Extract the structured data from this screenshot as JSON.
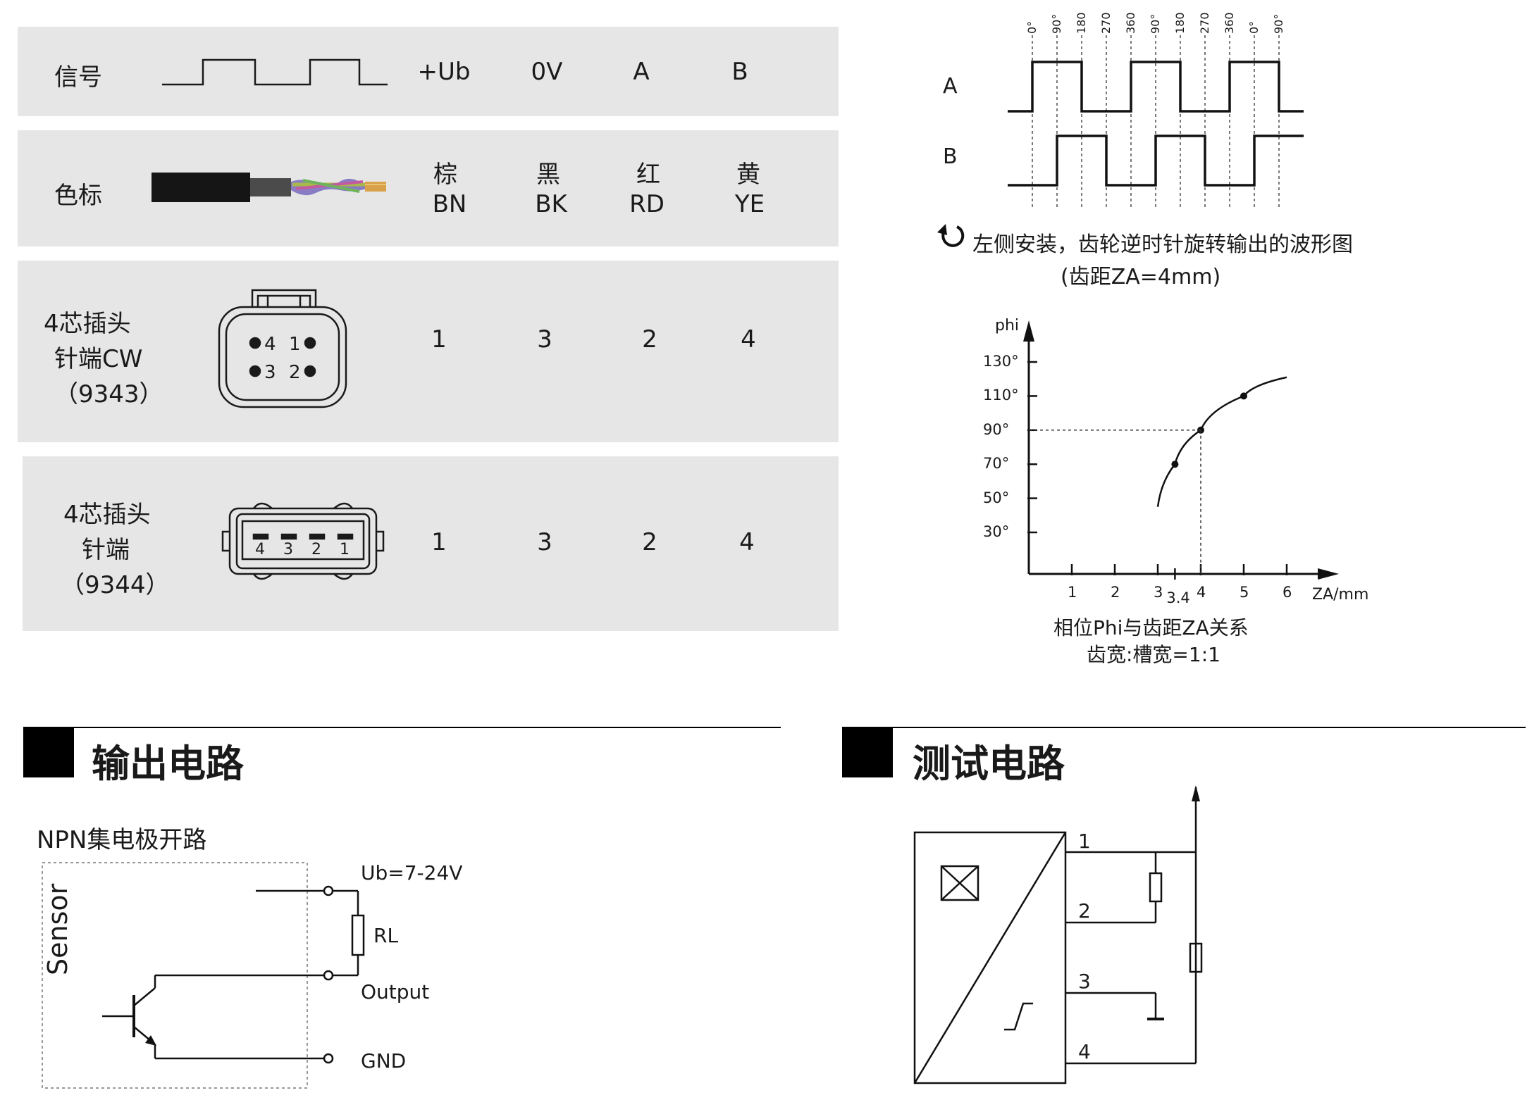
{
  "pin_table": {
    "signal_row": {
      "label": "信号",
      "columns": [
        "+Ub",
        "0V",
        "A",
        "B"
      ]
    },
    "color_row": {
      "label": "色标",
      "colors_cn": [
        "棕",
        "黑",
        "红",
        "黄"
      ],
      "colors_code": [
        "BN",
        "BK",
        "RD",
        "YE"
      ]
    },
    "plug_cw_row": {
      "label_line1": "4芯插头",
      "label_line2": "针端CW",
      "label_line3": "（9343）",
      "connector_pins": [
        "4",
        "1",
        "3",
        "2"
      ],
      "values": [
        "1",
        "3",
        "2",
        "4"
      ]
    },
    "plug_9344_row": {
      "label_line1": "4芯插头",
      "label_line2": "针端",
      "label_line3": "（9344）",
      "connector_pins": [
        "4",
        "3",
        "2",
        "1"
      ],
      "values": [
        "1",
        "3",
        "2",
        "4"
      ]
    }
  },
  "waveform": {
    "phase_labels": [
      "0°",
      "90°",
      "180",
      "270",
      "360",
      "90°",
      "180",
      "270",
      "360",
      "0°",
      "90°"
    ],
    "channel_a": "A",
    "channel_b": "B",
    "caption_line1": "左侧安装，齿轮逆时针旋转输出的波形图",
    "caption_line2": "(齿距ZA=4mm)",
    "rotation_icon": "ccw-rotation-icon"
  },
  "phase_graph": {
    "caption_line1": "相位Phi与齿距ZA关系",
    "caption_line2": "齿宽:槽宽=1:1",
    "chart_data": {
      "type": "line",
      "xlabel": "ZA/mm",
      "ylabel": "phi",
      "x_ticks": [
        "1",
        "2",
        "3",
        "3.4",
        "4",
        "5",
        "6"
      ],
      "y_ticks": [
        "30°",
        "50°",
        "70°",
        "90°",
        "110°",
        "130°"
      ],
      "points": [
        {
          "x": 3.4,
          "y": 70
        },
        {
          "x": 4,
          "y": 90
        },
        {
          "x": 5,
          "y": 110
        }
      ],
      "reference": {
        "x": 4,
        "y": 90
      }
    }
  },
  "output_circuit": {
    "header": "输出电路",
    "subtitle": "NPN集电极开路",
    "sensor_label": "Sensor",
    "ub_label": "Ub=7-24V",
    "rl_label": "RL",
    "output_label": "Output",
    "gnd_label": "GND"
  },
  "test_circuit": {
    "header": "测试电路",
    "pins": [
      "1",
      "2",
      "3",
      "4"
    ]
  }
}
